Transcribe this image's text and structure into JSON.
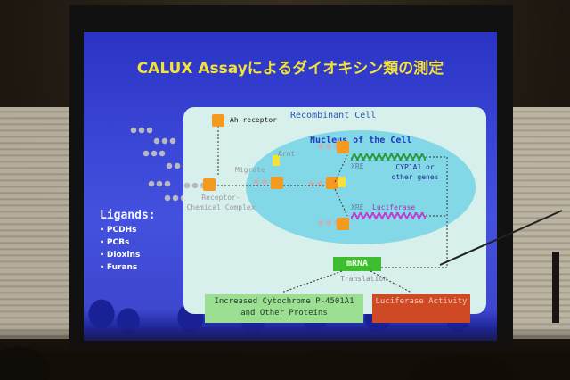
{
  "slide": {
    "title": "CALUX Assayによるダイオキシン類の測定",
    "cell_label": "Recombinant Cell",
    "nucleus_label": "Nucleus of the Cell",
    "ah_receptor": "Ah-receptor",
    "migrate": "Migrate",
    "receptor_complex": "Receptor-Chemical Complex",
    "arnt": "Arnt",
    "xre1": "XRE",
    "cyp_genes": "CYP1A1 or other genes",
    "xre2": "XRE",
    "luciferase": "Luciferase",
    "mrna": "mRNA",
    "translation": "Translation",
    "increased_box": "Increased Cytochrome P-4501A1 and Other Proteins",
    "luciferase_activity": "Luciferase Activity",
    "ligands_title": "Ligands:",
    "ligands": [
      "PCDHs",
      "PCBs",
      "Dioxins",
      "Furans"
    ]
  },
  "colors": {
    "slide_bg": "#3a46d6",
    "title": "#f3e23a",
    "cell": "#d7f0ec",
    "nucleus": "#82d8e6",
    "mrna_box": "#3dbd2f",
    "increased_box": "#9ddf92",
    "luciferase_box": "#cf4a24"
  }
}
